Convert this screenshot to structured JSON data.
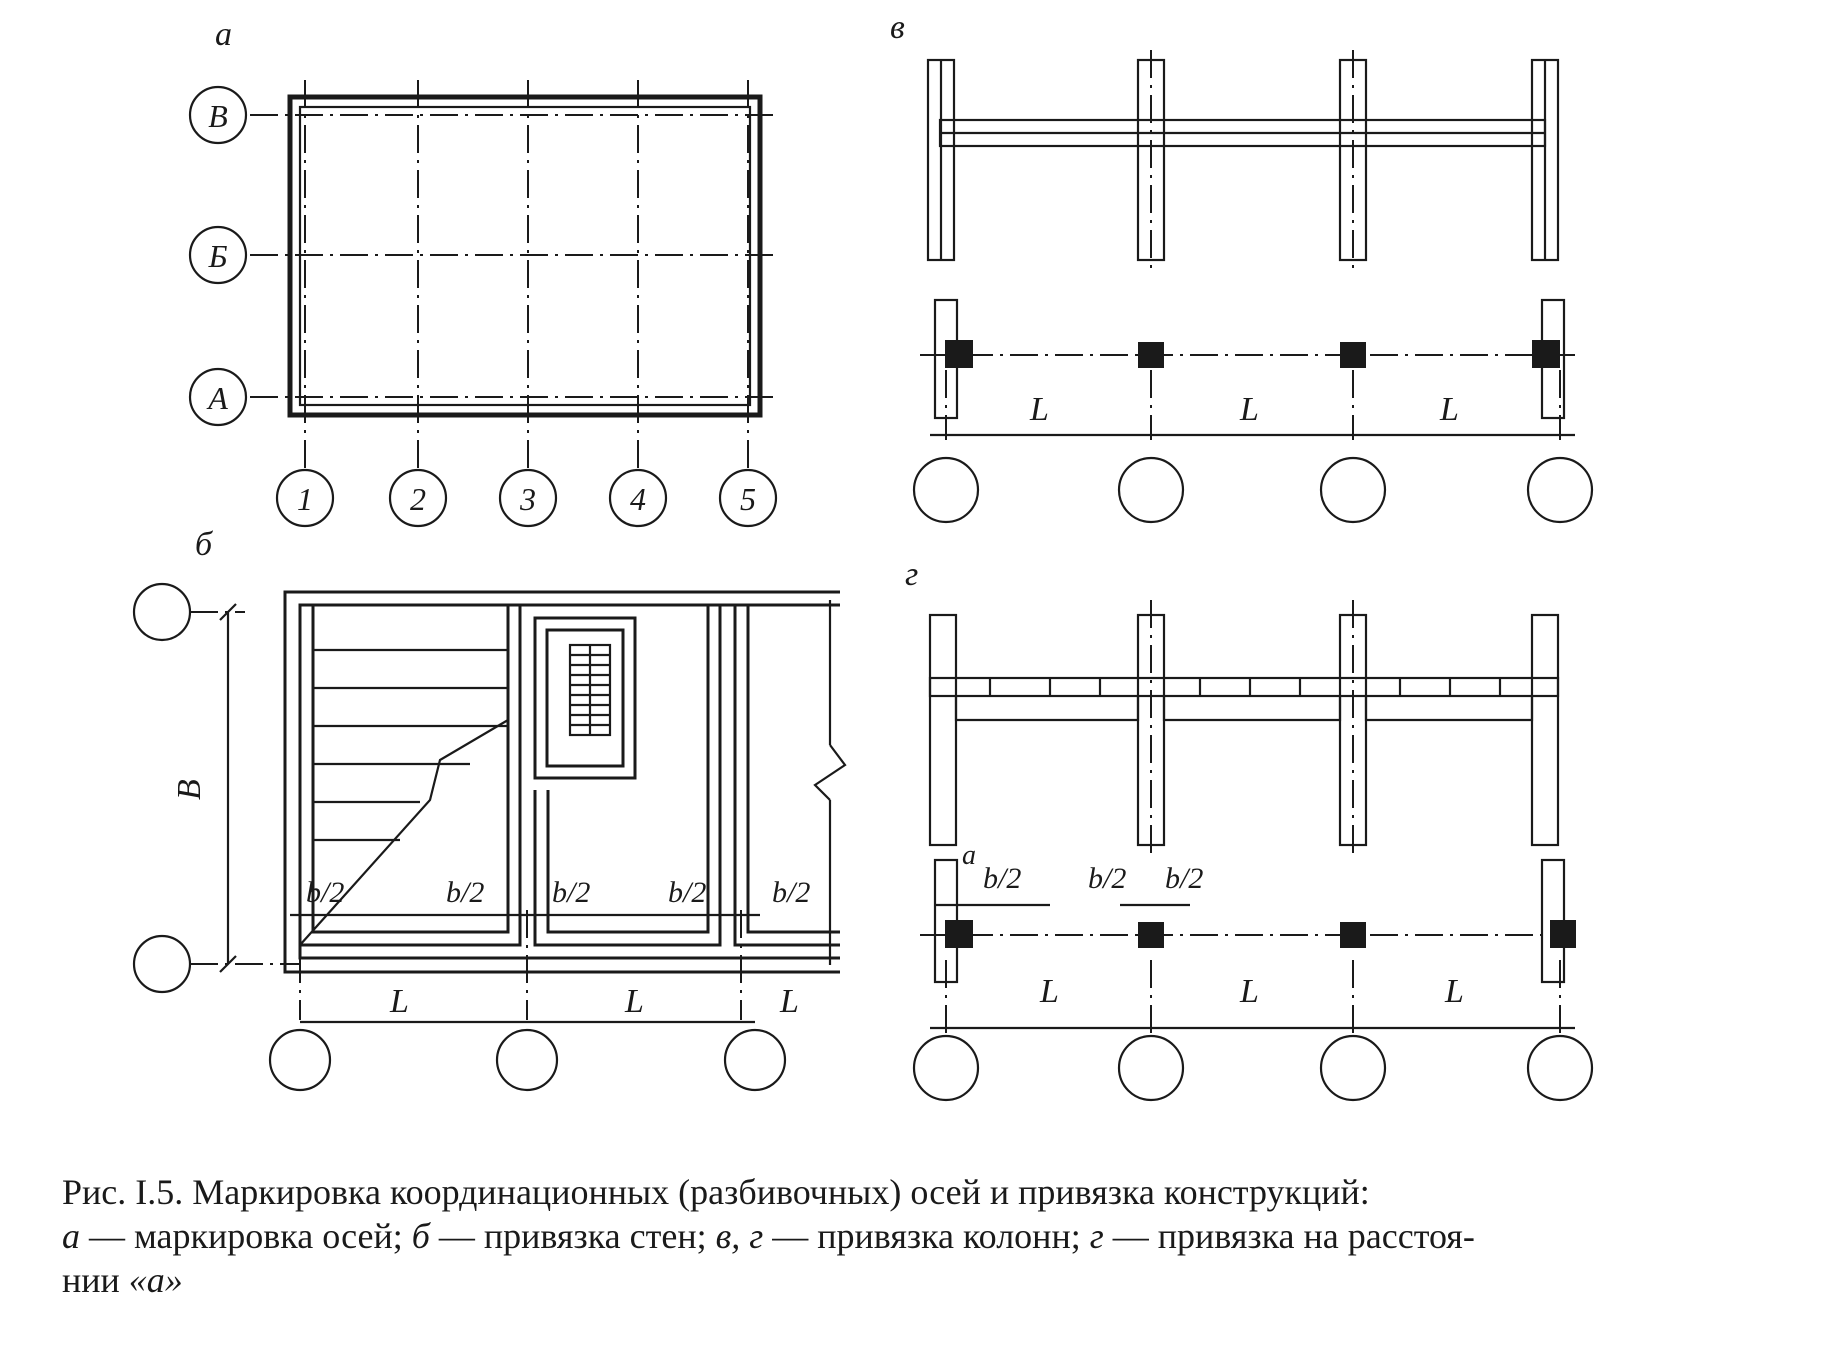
{
  "panels": {
    "a": "а",
    "b": "б",
    "v": "в",
    "g": "г"
  },
  "axis_letters": [
    "В",
    "Б",
    "А"
  ],
  "axis_numbers": [
    "1",
    "2",
    "3",
    "4",
    "5"
  ],
  "dim_labels": {
    "B": "B",
    "L": "L",
    "half_b": "b/2",
    "a": "a"
  },
  "caption": {
    "line1": "Рис. I.5. Маркировка координационных (разбивочных) осей и привязка конструкций:",
    "line2_a": "а",
    "line2_text1": " — маркировка осей; ",
    "line2_b": "б",
    "line2_text2": " — привязка стен; ",
    "line2_vg": "в, г",
    "line2_text3": " — привязка колонн; ",
    "line2_g": "г",
    "line2_text4": " — привязка на расстоя-",
    "line3_text": "нии ",
    "line3_a": "«а»"
  }
}
